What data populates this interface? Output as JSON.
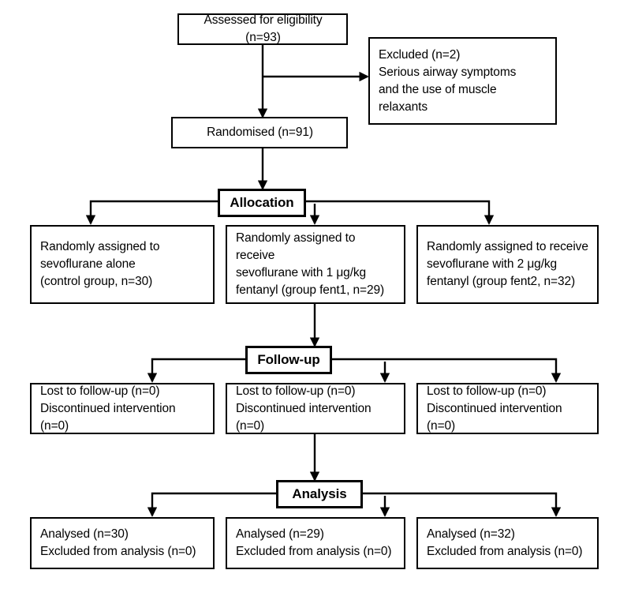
{
  "diagram": {
    "title": "CONSORT participant flow diagram",
    "colors": {
      "background": "#ffffff",
      "stroke": "#000000",
      "text": "#000000"
    },
    "nodes": {
      "assessed": "Assessed for eligibility (n=93)",
      "excluded": "Excluded (n=2)\nSerious airway symptoms\nand the use of muscle relaxants",
      "randomised": "Randomised (n=91)",
      "allocation_stage": "Allocation",
      "alloc_control": "Randomly assigned to\nsevoflurane alone\n(control group, n=30)",
      "alloc_fent1": "Randomly assigned to receive\nsevoflurane with 1 μg/kg\nfentanyl  (group fent1, n=29)",
      "alloc_fent2": "Randomly assigned to receive\nsevoflurane with 2 μg/kg\nfentanyl  (group fent2, n=32)",
      "followup_stage": "Follow-up",
      "follow_control": "Lost to follow-up (n=0)\nDiscontinued intervention (n=0)",
      "follow_fent1": "Lost to follow-up (n=0)\nDiscontinued intervention (n=0)",
      "follow_fent2": "Lost to follow-up (n=0)\nDiscontinued intervention (n=0)",
      "analysis_stage": "Analysis",
      "analysed_control": "Analysed (n=30)\nExcluded from analysis (n=0)",
      "analysed_fent1": "Analysed (n=29)\nExcluded from analysis (n=0)",
      "analysed_fent2": "Analysed (n=32)\nExcluded from analysis (n=0)"
    },
    "counts": {
      "assessed_n": 93,
      "excluded_n": 2,
      "randomised_n": 91,
      "control_n": 30,
      "fent1_n": 29,
      "fent2_n": 32,
      "lost_to_followup_n": 0,
      "discontinued_n": 0,
      "excluded_from_analysis_n": 0
    }
  }
}
